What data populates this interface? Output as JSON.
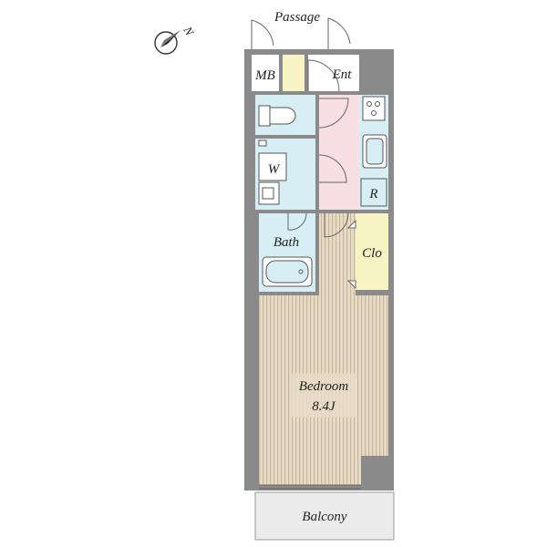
{
  "compass": {
    "label": "N",
    "icon": "north-arrow-icon"
  },
  "labels": {
    "passage": "Passage",
    "meter_box": "MB",
    "entrance": "Ent",
    "washroom": "W",
    "refrigerator": "R",
    "bath": "Bath",
    "closet": "Clo",
    "bedroom": "Bedroom",
    "bedroom_size": "8.4J",
    "balcony": "Balcony"
  },
  "colors": {
    "wall": "#8a8a8a",
    "wet_area": "#d6eef4",
    "corridor": "#f7dfe3",
    "closet": "#f7f3c2",
    "bedroom_floor": "#e8dcc8",
    "bedroom_stripe": "#c8b89a",
    "balcony": "#ececec"
  }
}
